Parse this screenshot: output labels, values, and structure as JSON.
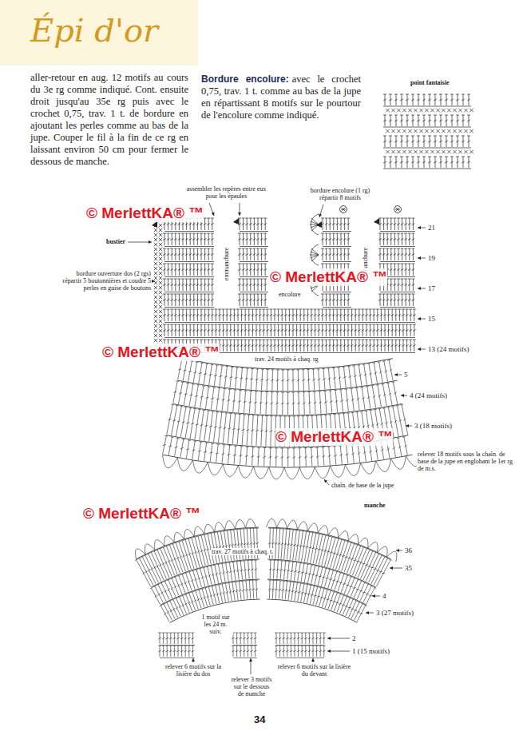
{
  "diagram": {
    "title": "Épi d'or",
    "labels": [
      "aller-retour en aug. 12 motifs au cours du 3e rg comme indiqué. Cont. ensuite droit jusqu'au 35e rg puis avec le crochet 0,75, trav. 1 t. de bordure en ajoutant les perles comme au bas de la jupe. Couper le fil à la fin de ce rg en laissant environ 50 cm pour fermer le dessous de manche.",
      "Bordure encolure:",
      "avec le crochet 0,75, trav. 1 t. comme au bas de la jupe en répartissant 8 motifs sur le pourtour de l'encolure comme indiqué.",
      "point fantaisie",
      "assembler les repères entre eux pour les épaules",
      "bordure encolure (1 rg) répartir 8 motifs",
      "bustier",
      "bordure ouverture dos (2 rgs) répartir 5 boutonnières et coudre 5 perles en guise de boutons",
      "emmanchure",
      "emmanchure",
      "encolure",
      "21",
      "19",
      "17",
      "15",
      "13 (24 motifs)",
      "trav. 24 motifs à chaq. rg",
      "5",
      "4 (24 motifs)",
      "3 (18 motifs)",
      "relever 18 motifs sous la chaîn. de base de la jupe en englobant le 1er rg de m.s.",
      "chaîn. de base de la jupe",
      "manche",
      "trav. 27 motifs à chaq. t.",
      "36",
      "35",
      "4",
      "3 (27 motifs)",
      "2",
      "1 (15 motifs)",
      "1 motif sur les 24 m. suiv.",
      "relever 6 motifs sur la lisière du dos",
      "relever 3 motifs sur le dessous de manche",
      "relever 6 motifs sur la lisière du devant",
      "34",
      "© MerlettKA® ™",
      "© MerlettKA® ™",
      "© MerlettKA® ™",
      "© MerlettKA® ™",
      "© MerlettKA® ™"
    ]
  }
}
